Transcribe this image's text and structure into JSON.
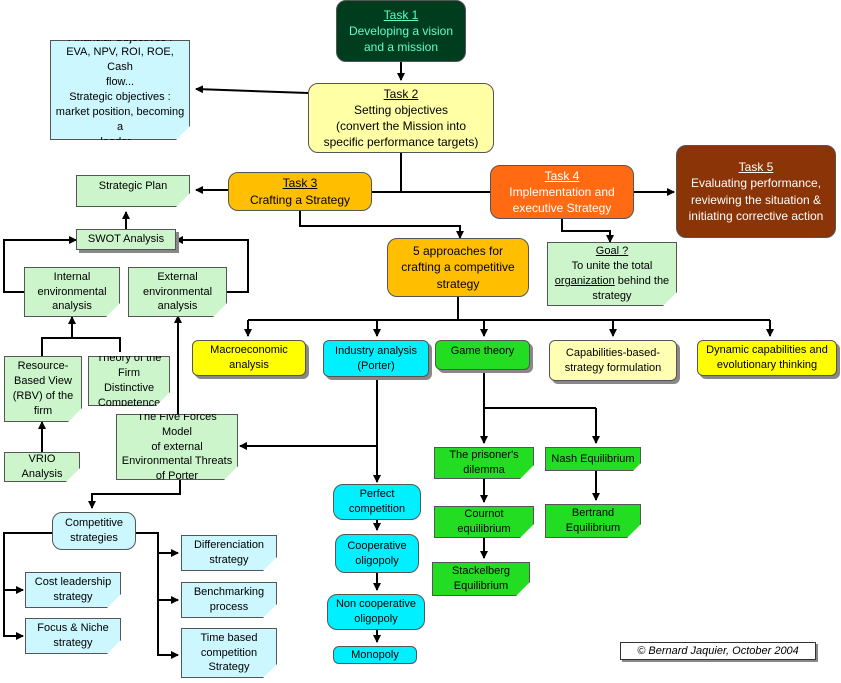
{
  "task1": {
    "title": "Task 1",
    "line1": "Developing a vision",
    "line2": "and a mission"
  },
  "task2": {
    "title": "Task 2",
    "line1": "Setting objectives",
    "line2": "(convert the Mission into",
    "line3": "specific performance targets)"
  },
  "task3": {
    "title": "Task 3",
    "line1": "Crafting a Strategy"
  },
  "task4": {
    "title": "Task 4",
    "line1": "Implementation and",
    "line2": "executive Strategy"
  },
  "task5": {
    "title": "Task 5",
    "line1": "Evaluating performance,",
    "line2": "reviewing the situation &",
    "line3": "initiating corrective action"
  },
  "objectives_note": {
    "line1": "Financial Objectives :",
    "line2": "EVA, NPV, ROI, ROE, Cash",
    "line3": "flow...",
    "line4": "Strategic objectives :",
    "line5": "market position, becoming a",
    "line6": "leader..."
  },
  "goal": {
    "title": "Goal ?",
    "line1": "To unite the total",
    "line2": "organization",
    "line3": "behind the",
    "line4": "strategy"
  },
  "approaches": {
    "line1": "5 approaches for",
    "line2": "crafting a competitive",
    "line3": "strategy"
  },
  "strategic_plan": "Strategic Plan",
  "swot": "SWOT Analysis",
  "internal": {
    "line1": "Internal",
    "line2": "environmental",
    "line3": "analysis"
  },
  "external": {
    "line1": "External",
    "line2": "environmental",
    "line3": "analysis"
  },
  "rbv": {
    "line1": "Resource-",
    "line2": "Based View",
    "line3": "(RBV) of the",
    "line4": "firm"
  },
  "theory_firm": {
    "line1": "Theory of the",
    "line2": "Firm Distinctive",
    "line3": "Competence"
  },
  "vrio": {
    "line1": "VRIO",
    "line2": "Analysis"
  },
  "five_forces": {
    "line1": "The Five Forces Model",
    "line2": "of external",
    "line3": "Environmental Threats",
    "line4": "of Porter"
  },
  "macro": {
    "line1": "Macroeconomic",
    "line2": "analysis"
  },
  "industry": {
    "line1": "Industry analysis",
    "line2": "(Porter)"
  },
  "game_theory": "Game theory",
  "capabilities": {
    "line1": "Capabilities-based-",
    "line2": "strategy formulation"
  },
  "dynamic": {
    "line1": "Dynamic capabilities and",
    "line2": "evolutionary thinking"
  },
  "prisoner": {
    "line1": "The prisoner's",
    "line2": "dilemma"
  },
  "nash": "Nash Equilibrium",
  "cournot": {
    "line1": "Cournot",
    "line2": "equilibrium"
  },
  "bertrand": {
    "line1": "Bertrand",
    "line2": "Equilibrium"
  },
  "stackelberg": {
    "line1": "Stackelberg",
    "line2": "Equilibrium"
  },
  "perfect": {
    "line1": "Perfect",
    "line2": "competition"
  },
  "cooperative": {
    "line1": "Cooperative",
    "line2": "oligopoly"
  },
  "noncoop": {
    "line1": "Non cooperative",
    "line2": "oligopoly"
  },
  "monopoly": "Monopoly",
  "competitive": {
    "line1": "Competitive",
    "line2": "strategies"
  },
  "cost_leader": {
    "line1": "Cost leadership",
    "line2": "strategy"
  },
  "focus": {
    "line1": "Focus & Niche",
    "line2": "strategy"
  },
  "differenciation": {
    "line1": "Differenciation",
    "line2": "strategy"
  },
  "benchmarking": {
    "line1": "Benchmarking",
    "line2": "process"
  },
  "timebased": {
    "line1": "Time based",
    "line2": "competition",
    "line3": "Strategy"
  },
  "credit": "© Bernard Jaquier, October 2004",
  "colors": {
    "line": "#000000",
    "task1": "#003d1f",
    "task4": "#ff6a13",
    "task5": "#8b3408",
    "approaches": "#ffbf00",
    "game": "#22dd22",
    "industry": "#00f0ff"
  }
}
